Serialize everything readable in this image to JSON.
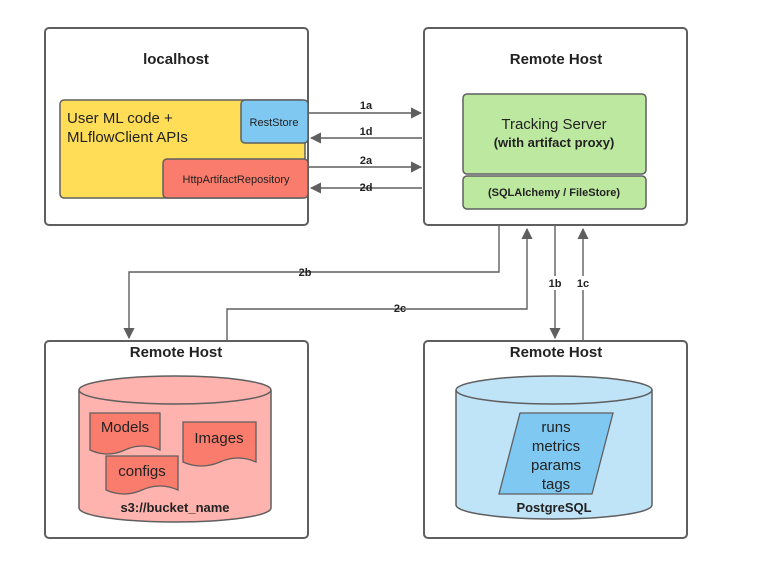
{
  "localhost": {
    "title": "localhost",
    "user_code_line1": "User ML code +",
    "user_code_line2": "MLflowClient APIs",
    "rest_store": "RestStore",
    "http_artifact_repo": "HttpArtifactRepository"
  },
  "tracking_host": {
    "title": "Remote Host",
    "server_line1": "Tracking Server",
    "server_line2": "(with artifact proxy)",
    "store_label": "(SQLAlchemy / FileStore)"
  },
  "artifact_host": {
    "title": "Remote Host",
    "docs": [
      "Models",
      "Images",
      "configs"
    ],
    "bucket": "s3://bucket_name"
  },
  "db_host": {
    "title": "Remote Host",
    "tables": [
      "runs",
      "metrics",
      "params",
      "tags"
    ],
    "db_name": "PostgreSQL"
  },
  "arrows": {
    "a1a": "1a",
    "a1d": "1d",
    "a2a": "2a",
    "a2d": "2d",
    "a2b": "2b",
    "a2c": "2c",
    "a1b": "1b",
    "a1c": "1c"
  },
  "colors": {
    "yellow": "#ffdd57",
    "blue": "#7fc8f2",
    "salmon": "#f97c6c",
    "green": "#bde8a0",
    "pink": "#ffb3ae",
    "light_blue": "#bfe3f7",
    "stroke": "#5f5f5f"
  }
}
